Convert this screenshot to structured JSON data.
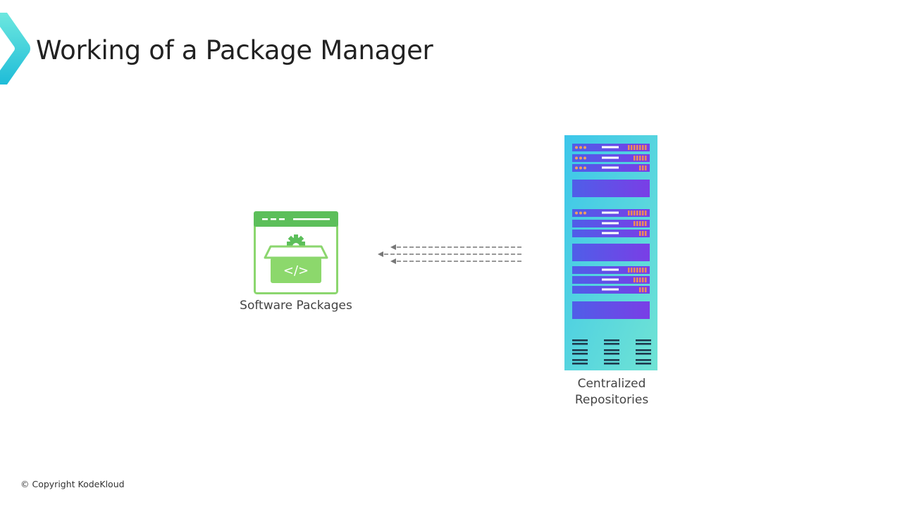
{
  "header": {
    "title": "Working of a Package Manager",
    "brand_icon": "kodekloud-chevron-icon"
  },
  "diagram": {
    "nodes": [
      {
        "id": "software-packages",
        "label": "Software Packages",
        "icon": "package-box-window-icon",
        "color": "#5cbf5a"
      },
      {
        "id": "centralized-repositories",
        "label_lines": [
          "Centralized",
          "Repositories"
        ],
        "icon": "server-rack-icon"
      }
    ],
    "edges": [
      {
        "from": "centralized-repositories",
        "to": "software-packages",
        "style": "dashed",
        "count": 3,
        "direction": "right-to-left"
      }
    ]
  },
  "footer": {
    "copyright": "© Copyright KodeKloud"
  },
  "colors": {
    "accent_cyan": "#36cfe0",
    "green": "#5cbf5a",
    "rack_bg": "#4dd6e0",
    "rack_unit": "#6a4de8",
    "led_orange": "#f08a5a",
    "arrow_gray": "#777777"
  }
}
